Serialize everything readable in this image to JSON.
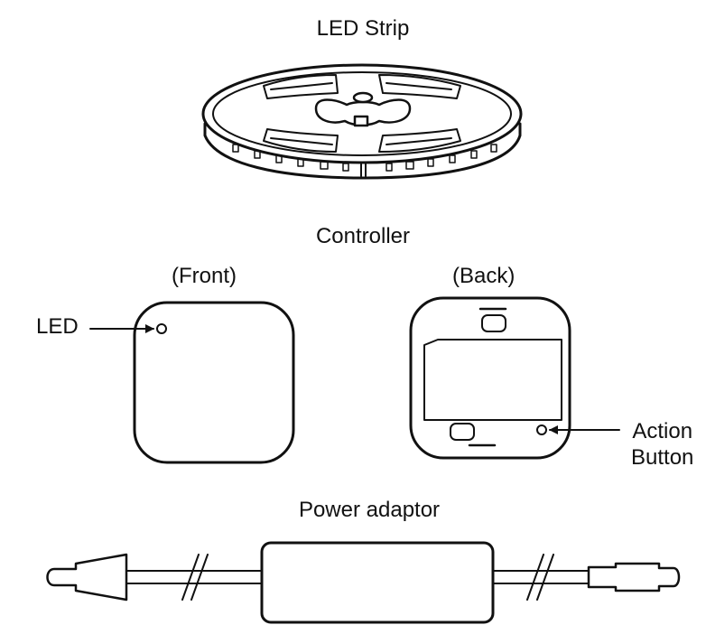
{
  "labels": {
    "led_strip": "LED Strip",
    "controller": "Controller",
    "front": "(Front)",
    "back": "(Back)",
    "led": "LED",
    "action_button": [
      "Action",
      "Button"
    ],
    "power_adaptor": "Power adaptor"
  },
  "colors": {
    "stroke": "#111111",
    "background": "#ffffff"
  },
  "icons": {
    "led_strip": "led-strip-reel-icon",
    "controller_front": "controller-front-icon",
    "controller_back": "controller-back-icon",
    "power_adaptor": "power-adaptor-icon"
  }
}
